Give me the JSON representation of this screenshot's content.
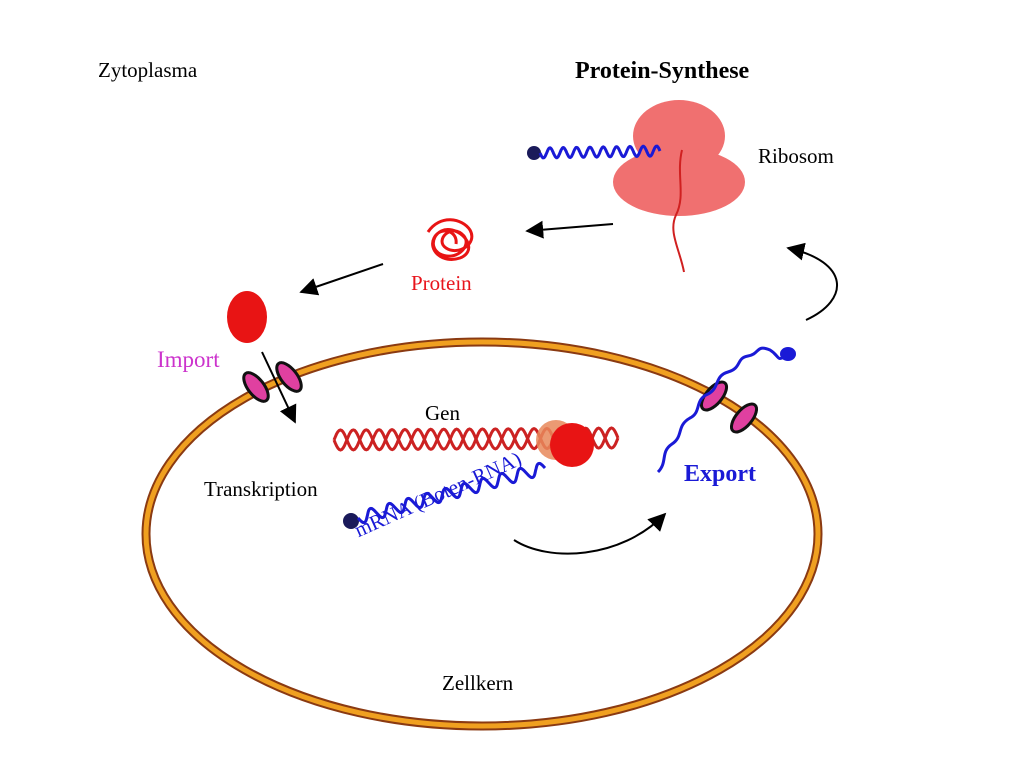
{
  "diagram": {
    "labels": {
      "cytoplasm": "Zytoplasma",
      "title": "Protein-Synthese",
      "ribosome": "Ribosom",
      "protein": "Protein",
      "import": "Import",
      "gene": "Gen",
      "transcription": "Transkription",
      "mrna": "mRNA (Boten-RNA)",
      "export": "Export",
      "nucleus": "Zellkern"
    },
    "colors": {
      "membrane_outer": "#8a3a12",
      "membrane_fill": "#f0a020",
      "pore": "#e040a0",
      "mrna": "#1a1ad6",
      "dna": "#cc2222",
      "protein": "#e81414",
      "ribosome": "#f07070"
    },
    "icons": [
      "nucleus-membrane",
      "nuclear-pore",
      "dna-helix",
      "mrna-strand",
      "ribosome",
      "protein-coil"
    ]
  }
}
